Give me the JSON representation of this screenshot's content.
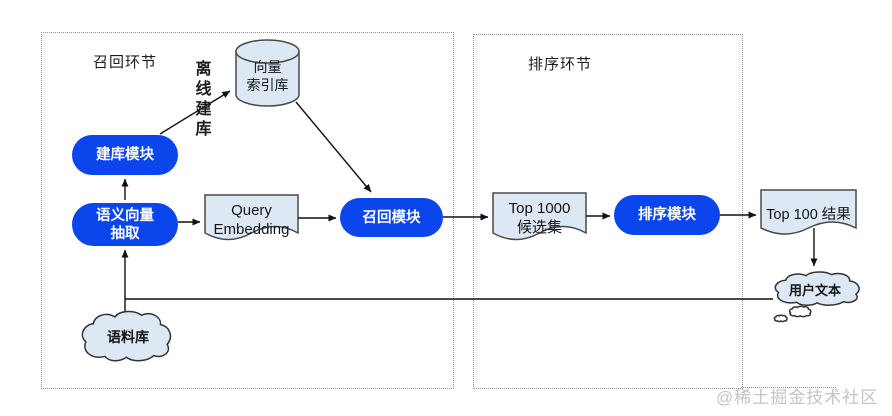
{
  "diagram": {
    "sections": {
      "recall": "召回环节",
      "ranking": "排序环节"
    },
    "annotations": {
      "offline_build": "离线建库"
    },
    "nodes": {
      "vector_index_db": "向量\n索引库",
      "build_module": "建库模块",
      "semantic_extract_module": "语义向量\n抽取",
      "recall_module": "召回模块",
      "ranking_module": "排序模块",
      "query_embedding": "Query\nEmbedding",
      "top1000_candidates": "Top 1000\n候选集",
      "top100_results": "Top 100 结果",
      "corpus": "语料库",
      "user_text": "用户文本"
    },
    "watermark": "@稀土掘金技术社区",
    "colors": {
      "module_fill": "#0b46ec",
      "module_text": "#ffffff",
      "shape_fill": "#dce8f4",
      "shape_stroke": "#4a4a4a",
      "arrow": "#111111",
      "dashed_border": "#909090",
      "watermark": "#c4c4c4"
    }
  }
}
